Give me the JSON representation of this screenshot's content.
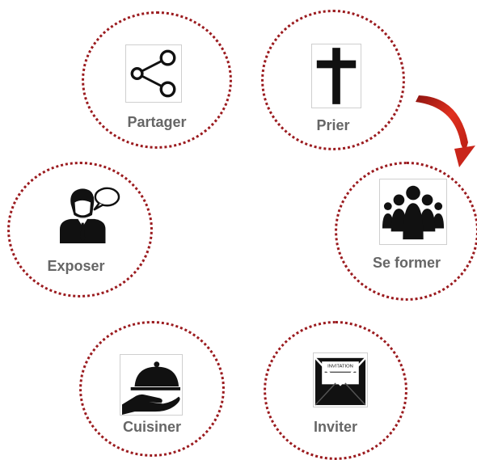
{
  "nodes": [
    {
      "id": "partager",
      "label": "Partager",
      "icon": "share-icon"
    },
    {
      "id": "prier",
      "label": "Prier",
      "icon": "cross-icon"
    },
    {
      "id": "se-former",
      "label": "Se former",
      "icon": "group-icon"
    },
    {
      "id": "exposer",
      "label": "Exposer",
      "icon": "speaker-icon"
    },
    {
      "id": "cuisiner",
      "label": "Cuisiner",
      "icon": "cloche-icon"
    },
    {
      "id": "inviter",
      "label": "Inviter",
      "icon": "invitation-icon"
    }
  ],
  "invitation_card_text": "INVITATION",
  "colors": {
    "ring": "#9b1b1f",
    "arrow": "#d42a1c",
    "label": "#666666",
    "icon": "#111111"
  }
}
